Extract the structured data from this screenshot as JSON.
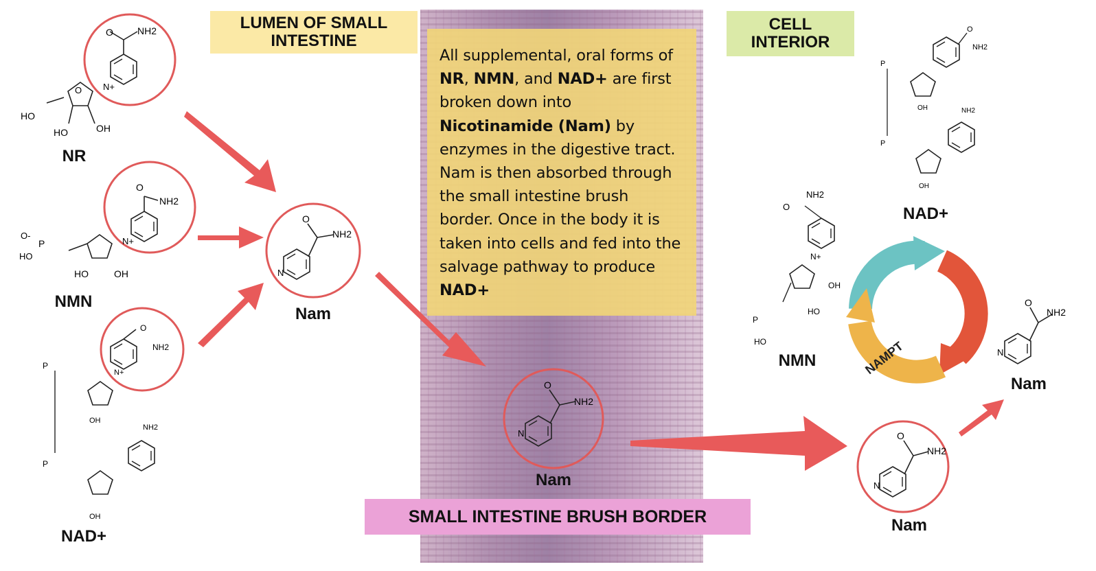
{
  "labels": {
    "lumen": "LUMEN OF SMALL INTESTINE",
    "cell_interior": "CELL INTERIOR",
    "brush_border": "SMALL INTESTINE BRUSH BORDER"
  },
  "description": {
    "t1": "All supplemental, oral forms of ",
    "nr": "NR",
    "t2": ", ",
    "nmn": "NMN",
    "t3": ", and ",
    "nad": "NAD+",
    "t4": " are first broken down into ",
    "nam": "Nicotinamide (Nam)",
    "t5": " by enzymes in the digestive tract. Nam is then absorbed through the small intestine brush border. Once in the body it is taken into cells and fed into the salvage pathway to produce ",
    "nad_end": "NAD+"
  },
  "molecules": {
    "nr": "NR",
    "nmn_left": "NMN",
    "nad_left": "NAD+",
    "nam_lumen": "Nam",
    "nam_brush": "Nam",
    "nam_cell": "Nam",
    "nam_cycle": "Nam",
    "nad_right": "NAD+",
    "nmn_right": "NMN"
  },
  "cycle": {
    "enzyme": "NAMPT"
  },
  "atoms": {
    "nh2": "NH2",
    "n": "N",
    "n_plus": "N+",
    "o": "O",
    "ho": "HO",
    "oh": "OH",
    "p": "P",
    "o_minus": "O-"
  },
  "colors": {
    "arrow": "#e85a5a",
    "circle": "#e05a5a",
    "cycle_teal": "#6cc3c3",
    "cycle_red": "#e2553a",
    "cycle_orange": "#eeb44a"
  }
}
